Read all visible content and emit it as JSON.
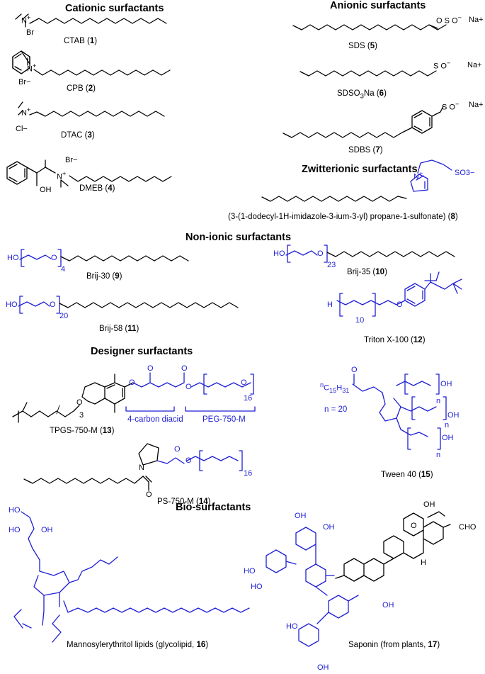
{
  "headers": {
    "cationic": "Cationic  surfactants",
    "anionic": "Anionic  surfactants",
    "zwitterionic": "Zwitterionic surfactants",
    "nonionic": "Non-ionic surfactants",
    "designer": "Designer surfactants",
    "bio": "Bio-surfactants"
  },
  "compounds": [
    {
      "name": "CTAB",
      "num": "1"
    },
    {
      "name": "CPB",
      "num": "2"
    },
    {
      "name": "DTAC",
      "num": "3"
    },
    {
      "name": "DMEB",
      "num": "4"
    },
    {
      "name": "SDS",
      "num": "5"
    },
    {
      "name": "SDSO3Na",
      "num": "6"
    },
    {
      "name": "SDBS",
      "num": "7"
    },
    {
      "name": "(3-(1-dodecyl-1H-imidazole-3-ium-3-yl) propane-1-sulfonate)",
      "num": "8"
    },
    {
      "name": "Brij-30",
      "num": "9"
    },
    {
      "name": "Brij-35",
      "num": "10"
    },
    {
      "name": "Brij-58",
      "num": "11"
    },
    {
      "name": "Triton X-100",
      "num": "12"
    },
    {
      "name": "TPGS-750-M",
      "num": "13"
    },
    {
      "name": "PS-750-M",
      "num": "14"
    },
    {
      "name": "Tween 40",
      "num": "15"
    },
    {
      "name": "Mannosylerythritol lipids (glycolipid,",
      "num": "16"
    },
    {
      "name": "Saponin (from plants,",
      "num": "17"
    }
  ],
  "annotations": {
    "diacid": "4-carbon diacid",
    "peg": "PEG-750-M",
    "tween_n": "n = 20",
    "palmitoyl": "nC15H31"
  },
  "atoms": {
    "Br": "Br",
    "Brm": "Br−",
    "Cl": "Cl−",
    "N": "N",
    "Nplus": "N+",
    "Na": "Na+",
    "O": "O",
    "Om": "O−",
    "S": "S",
    "OH": "OH",
    "HO": "HO",
    "H": "H",
    "CHO": "CHO",
    "SO3": "SO3−",
    "sub4": "4",
    "sub23": "23",
    "sub20": "20",
    "sub10": "10",
    "sub16": "16",
    "sub3": "3",
    "subn": "n"
  },
  "colors": {
    "black": "#000000",
    "blue": "#1f1fd6"
  }
}
